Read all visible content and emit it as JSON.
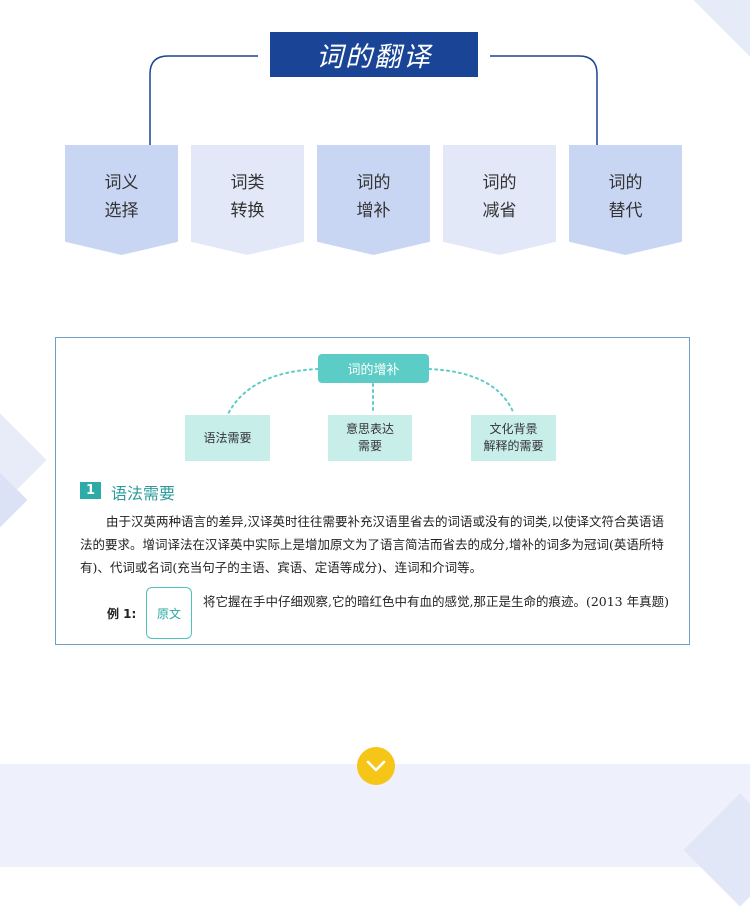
{
  "header": {
    "title": "词的翻译"
  },
  "tabs": [
    {
      "line1": "词义",
      "line2": "选择"
    },
    {
      "line1": "词类",
      "line2": "转换"
    },
    {
      "line1": "词的",
      "line2": "增补"
    },
    {
      "line1": "词的",
      "line2": "减省"
    },
    {
      "line1": "词的",
      "line2": "替代"
    }
  ],
  "article": {
    "diagram": {
      "root": "词的增补",
      "nodes": [
        {
          "line1": "语法需要",
          "line2": ""
        },
        {
          "line1": "意思表达",
          "line2": "需要"
        },
        {
          "line1": "文化背景",
          "line2": "解释的需要"
        }
      ]
    },
    "section": {
      "number": "1",
      "title": "语法需要"
    },
    "paragraph": "由于汉英两种语言的差异,汉译英时往往需要补充汉语里省去的词语或没有的词类,以使译文符合英语语法的要求。增词译法在汉译英中实际上是增加原文为了语言简洁而省去的成分,增补的词多为冠词(英语所特有)、代词或名词(充当句子的主语、宾语、定语等成分)、连词和介词等。",
    "example": {
      "label": "例 1:",
      "tag": "原文",
      "text": "将它握在手中仔细观察,它的暗红色中有血的感觉,那正是生命的痕迹。(2013 年真题)"
    }
  },
  "colors": {
    "title_bg": "#1a4596",
    "tab_dark": "#c9d6f3",
    "tab_light": "#e3e8f8",
    "teal": "#5ccdc6",
    "node_bg": "#c8eeea",
    "down_button": "#f5c518"
  },
  "icons": {
    "scroll_down": "chevron-down-icon"
  }
}
